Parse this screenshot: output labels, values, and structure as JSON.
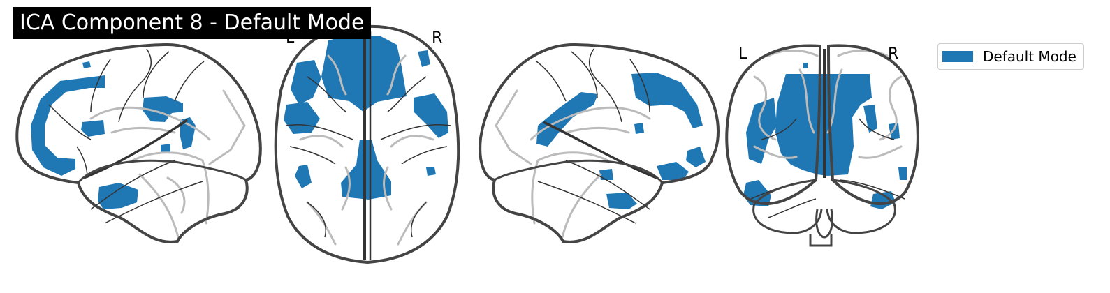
{
  "title": "ICA Component 8 - Default Mode",
  "views": {
    "axial": {
      "left_label": "L",
      "right_label": "R"
    },
    "coronal": {
      "left_label": "L",
      "right_label": "R"
    }
  },
  "legend": {
    "label": "Default Mode"
  },
  "colors": {
    "activation": "#1f77b4",
    "outline": "#444444",
    "fold": "#bbbbbb",
    "title_bg": "#000000",
    "title_fg": "#ffffff"
  }
}
